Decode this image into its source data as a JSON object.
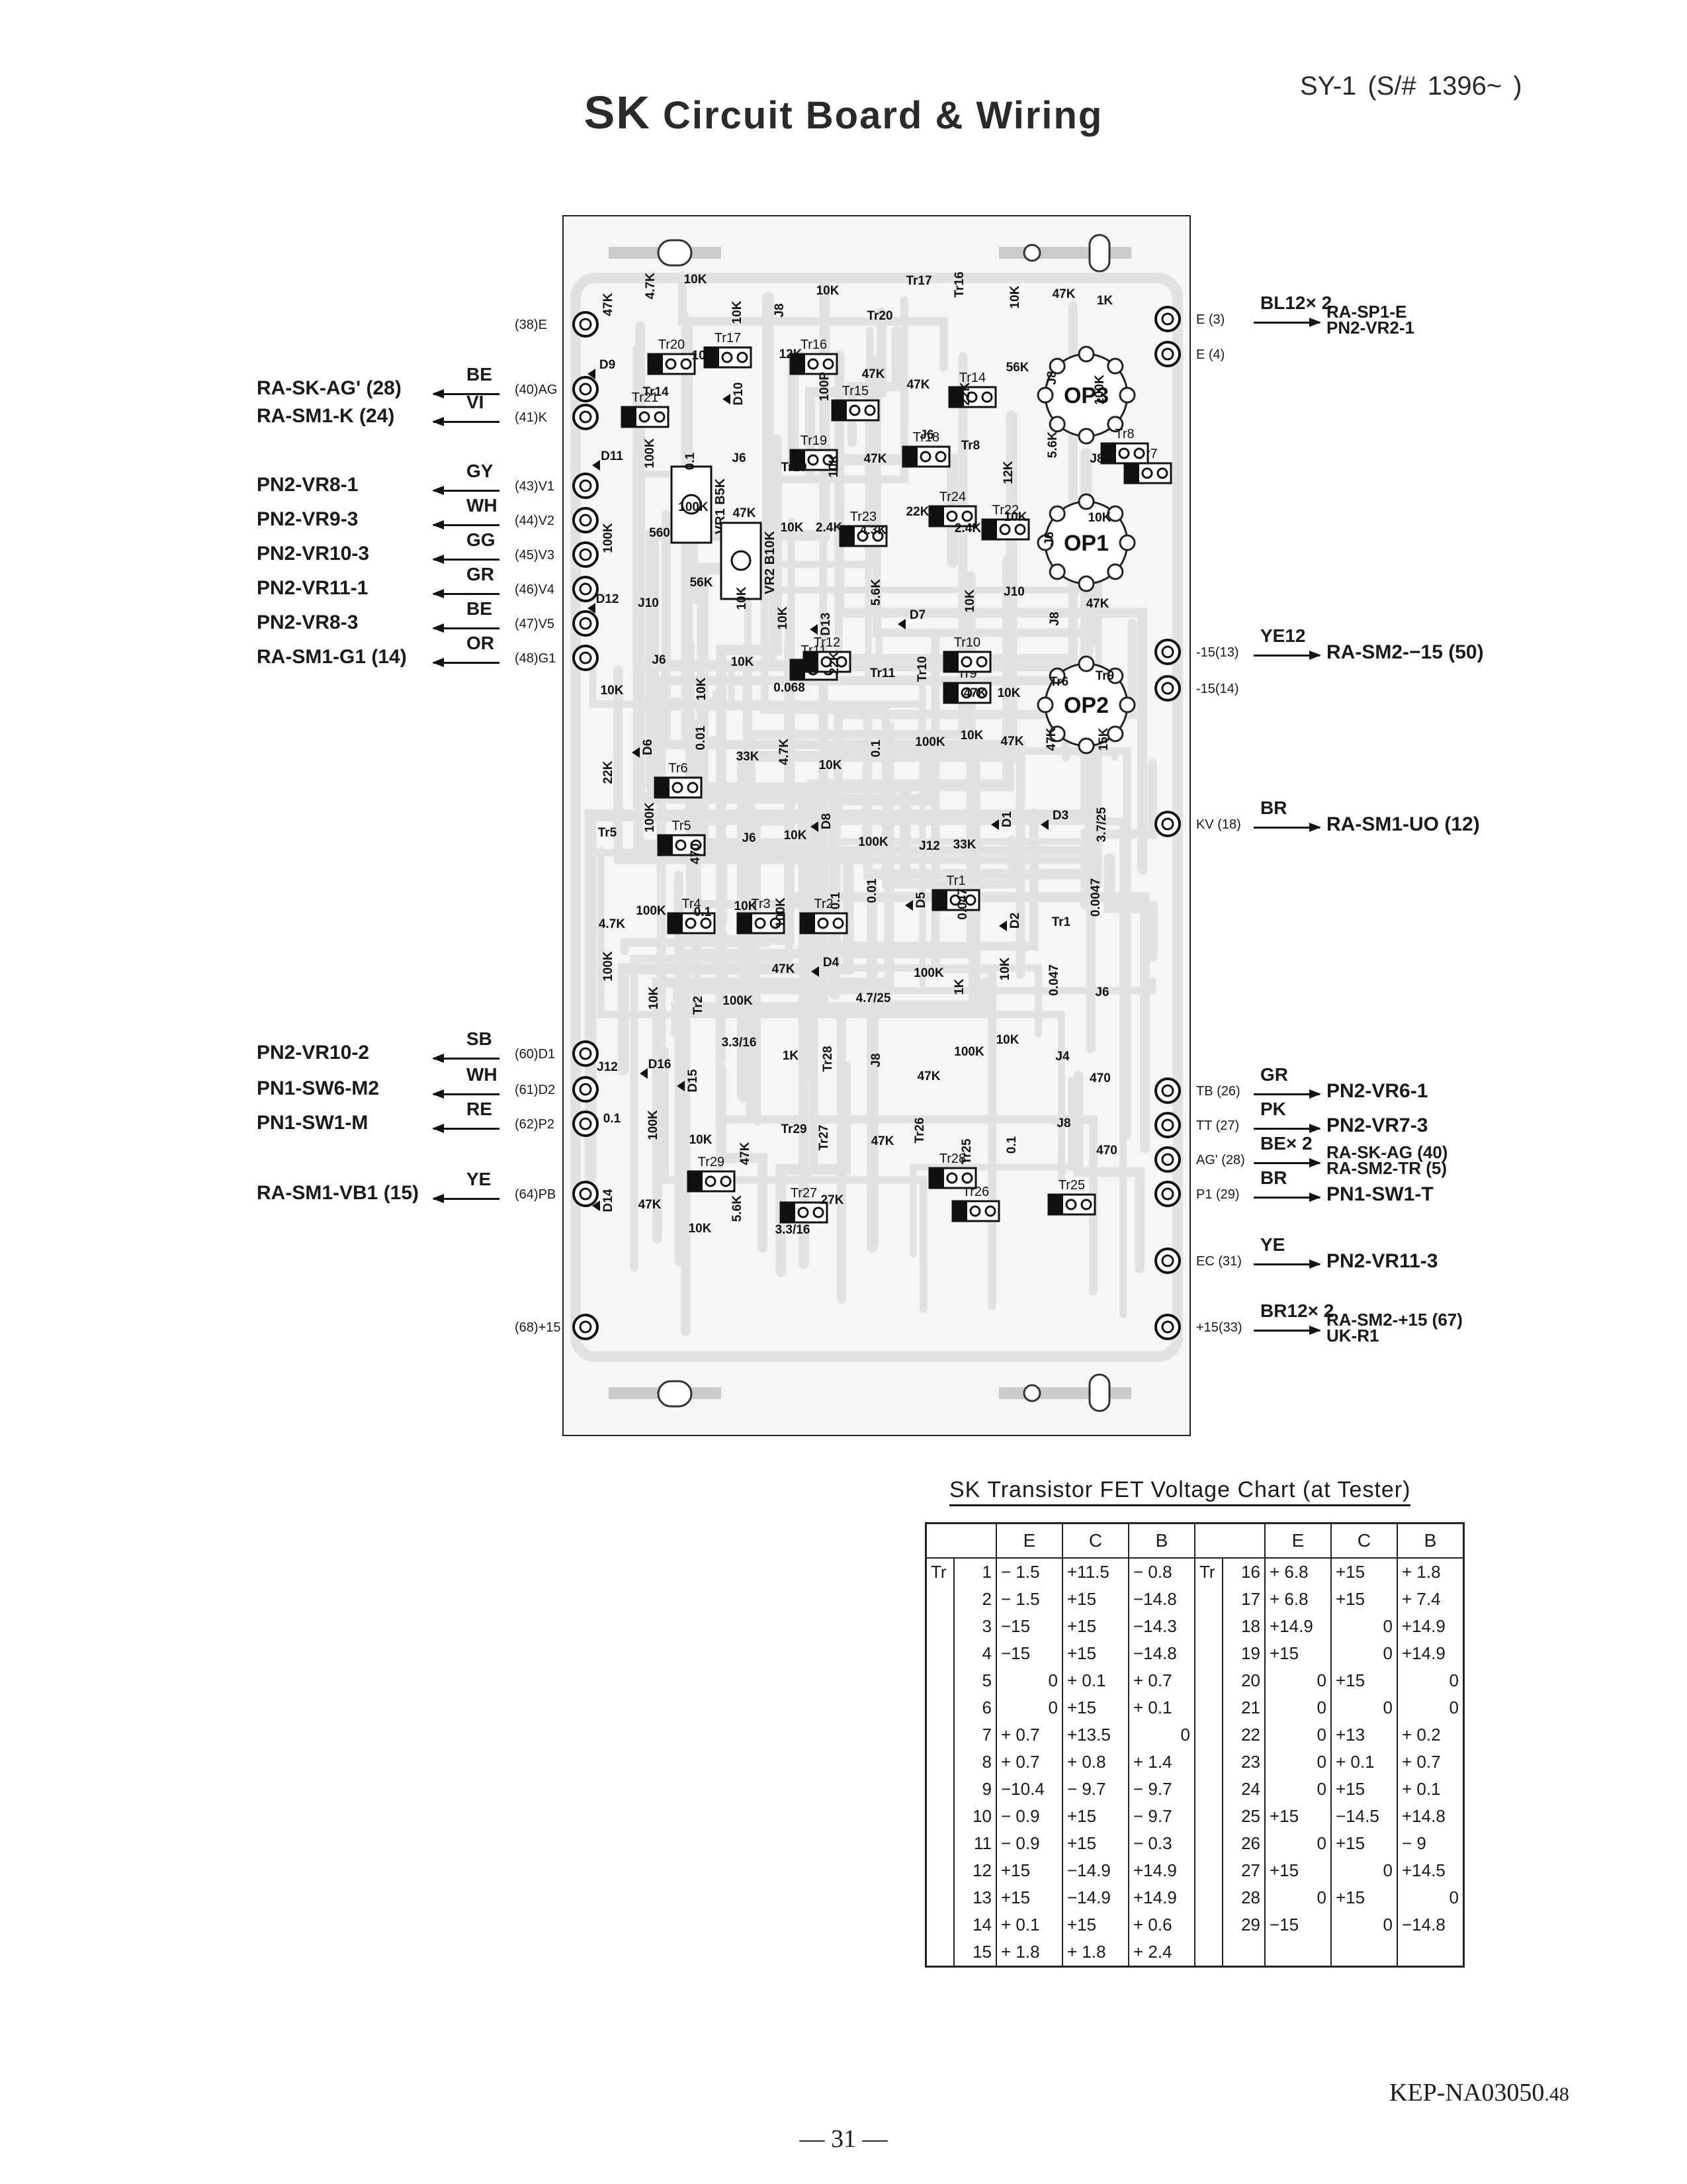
{
  "title": {
    "prefix": "SK",
    "rest": "Circuit Board & Wiring"
  },
  "model": "SY-1 (S/# 1396~ )",
  "left_wires": [
    {
      "dest": "RA-SK-AG' (28)",
      "color": "BE",
      "pin": "(40)AG"
    },
    {
      "dest": "RA-SM1-K (24)",
      "color": "VI",
      "pin": "(41)K"
    },
    {
      "dest": "PN2-VR8-1",
      "color": "GY",
      "pin": "(43)V1"
    },
    {
      "dest": "PN2-VR9-3",
      "color": "WH",
      "pin": "(44)V2"
    },
    {
      "dest": "PN2-VR10-3",
      "color": "GG",
      "pin": "(45)V3"
    },
    {
      "dest": "PN2-VR11-1",
      "color": "GR",
      "pin": "(46)V4"
    },
    {
      "dest": "PN2-VR8-3",
      "color": "BE",
      "pin": "(47)V5"
    },
    {
      "dest": "RA-SM1-G1 (14)",
      "color": "OR",
      "pin": "(48)G1"
    },
    {
      "dest": "PN2-VR10-2",
      "color": "SB",
      "pin": "(60)D1"
    },
    {
      "dest": "PN1-SW6-M2",
      "color": "WH",
      "pin": "(61)D2"
    },
    {
      "dest": "PN1-SW1-M",
      "color": "RE",
      "pin": "(62)P2"
    },
    {
      "dest": "RA-SM1-VB1 (15)",
      "color": "YE",
      "pin": "(64)PB"
    }
  ],
  "left_pins_unwired": [
    "(38)E",
    "(68)+15"
  ],
  "right_wires": [
    {
      "pin": "E (3)",
      "color": "BL12× 2",
      "dest": "RA-SP1-E\nPN2-VR2-1"
    },
    {
      "pin": "-15(13)",
      "color": "YE12",
      "dest": "RA-SM2-−15 (50)"
    },
    {
      "pin": "KV (18)",
      "color": "BR",
      "dest": "RA-SM1-UO (12)"
    },
    {
      "pin": "TB (26)",
      "color": "GR",
      "dest": "PN2-VR6-1"
    },
    {
      "pin": "TT (27)",
      "color": "PK",
      "dest": "PN2-VR7-3"
    },
    {
      "pin": "AG' (28)",
      "color": "BE× 2",
      "dest": "RA-SK-AG (40)\nRA-SM2-TR (5)"
    },
    {
      "pin": "P1 (29)",
      "color": "BR",
      "dest": "PN1-SW1-T"
    },
    {
      "pin": "EC (31)",
      "color": "YE",
      "dest": "PN2-VR11-3"
    },
    {
      "pin": "+15(33)",
      "color": "BR12× 2",
      "dest": "RA-SM2-+15 (67)\nUK-R1"
    }
  ],
  "right_pins_unwired": [
    "E (4)",
    "-15(14)"
  ],
  "board": {
    "ics": [
      "OP3",
      "OP1",
      "OP2"
    ],
    "transistors": [
      "Tr1",
      "Tr2",
      "Tr3",
      "Tr4",
      "Tr5",
      "Tr6",
      "Tr7",
      "Tr8",
      "Tr9",
      "Tr10",
      "Tr11",
      "Tr12",
      "Tr14",
      "Tr15",
      "Tr16",
      "Tr17",
      "Tr18",
      "Tr19",
      "Tr20",
      "Tr21",
      "Tr22",
      "Tr23",
      "Tr24",
      "Tr25",
      "Tr26",
      "Tr27",
      "Tr28",
      "Tr29"
    ],
    "pots": [
      "VR1 B5K",
      "VR2 B10K"
    ],
    "components": [
      "47K",
      "4.7K",
      "10K",
      "10K",
      "J8",
      "10K",
      "Tr20",
      "Tr17",
      "Tr16",
      "10K",
      "47K",
      "1K",
      "D9",
      "Tr14",
      "10K",
      "D10",
      "12K",
      "100P",
      "47K",
      "47K",
      "22K",
      "56K",
      "J8",
      "100K",
      "D11",
      "100K",
      "0.1",
      "J6",
      "Tr19",
      "10K",
      "47K",
      "J6",
      "Tr8",
      "12K",
      "5.6K",
      "J8",
      "100K",
      "560",
      "100K",
      "47K",
      "10K",
      "2.4K",
      "4.3K",
      "22K",
      "2.4K",
      "10K",
      "J6",
      "10K",
      "D12",
      "J10",
      "56K",
      "10K",
      "10K",
      "D13",
      "5.6K",
      "D7",
      "10K",
      "J10",
      "J8",
      "47K",
      "10K",
      "J6",
      "10K",
      "10K",
      "0.068",
      "22K",
      "Tr11",
      "Tr10",
      "47K",
      "10K",
      "Tr6",
      "Tr9",
      "22K",
      "D6",
      "0.01",
      "33K",
      "4.7K",
      "10K",
      "0.1",
      "100K",
      "10K",
      "47K",
      "47K",
      "15K",
      "Tr5",
      "100K",
      "470",
      "J6",
      "10K",
      "D8",
      "100K",
      "J12",
      "33K",
      "D1",
      "D3",
      "3.7/25",
      "4.7K",
      "100K",
      "0.1",
      "10K",
      "100K",
      "0.1",
      "0.01",
      "D5",
      "0.047",
      "D2",
      "Tr1",
      "0.0047",
      "100K",
      "10K",
      "Tr2",
      "100K",
      "47K",
      "D4",
      "4.7/25",
      "100K",
      "1K",
      "10K",
      "0.047",
      "J6",
      "J12",
      "D16",
      "D15",
      "3.3/16",
      "1K",
      "Tr28",
      "J8",
      "47K",
      "100K",
      "10K",
      "J4",
      "470",
      "0.1",
      "100K",
      "10K",
      "47K",
      "Tr29",
      "Tr27",
      "47K",
      "Tr26",
      "Tr25",
      "0.1",
      "J8",
      "470",
      "D14",
      "47K",
      "10K",
      "5.6K",
      "3.3/16",
      "27K"
    ]
  },
  "chart": {
    "title": "SK Transistor FET Voltage Chart (at Tester)",
    "headers": [
      "E",
      "C",
      "B"
    ],
    "tr_prefix": "Tr",
    "left_rows": [
      {
        "n": "1",
        "e": "− 1.5",
        "c": "+11.5",
        "b": "− 0.8"
      },
      {
        "n": "2",
        "e": "− 1.5",
        "c": "+15",
        "b": "−14.8"
      },
      {
        "n": "3",
        "e": "−15",
        "c": "+15",
        "b": "−14.3"
      },
      {
        "n": "4",
        "e": "−15",
        "c": "+15",
        "b": "−14.8"
      },
      {
        "n": "5",
        "e": "0",
        "c": "+ 0.1",
        "b": "+ 0.7"
      },
      {
        "n": "6",
        "e": "0",
        "c": "+15",
        "b": "+ 0.1"
      },
      {
        "n": "7",
        "e": "+ 0.7",
        "c": "+13.5",
        "b": "0"
      },
      {
        "n": "8",
        "e": "+ 0.7",
        "c": "+ 0.8",
        "b": "+ 1.4"
      },
      {
        "n": "9",
        "e": "−10.4",
        "c": "− 9.7",
        "b": "− 9.7"
      },
      {
        "n": "10",
        "e": "− 0.9",
        "c": "+15",
        "b": "− 9.7"
      },
      {
        "n": "11",
        "e": "− 0.9",
        "c": "+15",
        "b": "− 0.3"
      },
      {
        "n": "12",
        "e": "+15",
        "c": "−14.9",
        "b": "+14.9"
      },
      {
        "n": "13",
        "e": "+15",
        "c": "−14.9",
        "b": "+14.9"
      },
      {
        "n": "14",
        "e": "+ 0.1",
        "c": "+15",
        "b": "+ 0.6"
      },
      {
        "n": "15",
        "e": "+ 1.8",
        "c": "+ 1.8",
        "b": "+ 2.4"
      }
    ],
    "right_rows": [
      {
        "n": "16",
        "e": "+ 6.8",
        "c": "+15",
        "b": "+ 1.8"
      },
      {
        "n": "17",
        "e": "+ 6.8",
        "c": "+15",
        "b": "+ 7.4"
      },
      {
        "n": "18",
        "e": "+14.9",
        "c": "0",
        "b": "+14.9"
      },
      {
        "n": "19",
        "e": "+15",
        "c": "0",
        "b": "+14.9"
      },
      {
        "n": "20",
        "e": "0",
        "c": "+15",
        "b": "0"
      },
      {
        "n": "21",
        "e": "0",
        "c": "0",
        "b": "0"
      },
      {
        "n": "22",
        "e": "0",
        "c": "+13",
        "b": "+ 0.2"
      },
      {
        "n": "23",
        "e": "0",
        "c": "+ 0.1",
        "b": "+ 0.7"
      },
      {
        "n": "24",
        "e": "0",
        "c": "+15",
        "b": "+ 0.1"
      },
      {
        "n": "25",
        "e": "+15",
        "c": "−14.5",
        "b": "+14.8"
      },
      {
        "n": "26",
        "e": "0",
        "c": "+15",
        "b": "− 9"
      },
      {
        "n": "27",
        "e": "+15",
        "c": "0",
        "b": "+14.5"
      },
      {
        "n": "28",
        "e": "0",
        "c": "+15",
        "b": "0"
      },
      {
        "n": "29",
        "e": "−15",
        "c": "0",
        "b": "−14.8"
      }
    ]
  },
  "footer": {
    "page": "— 31 —",
    "code": "KEP-NA03050",
    "code_suffix": "48"
  },
  "colors": {
    "trace": "#e2e2e2",
    "board_bg": "#f6f6f6",
    "ink": "#1a1a1a"
  }
}
